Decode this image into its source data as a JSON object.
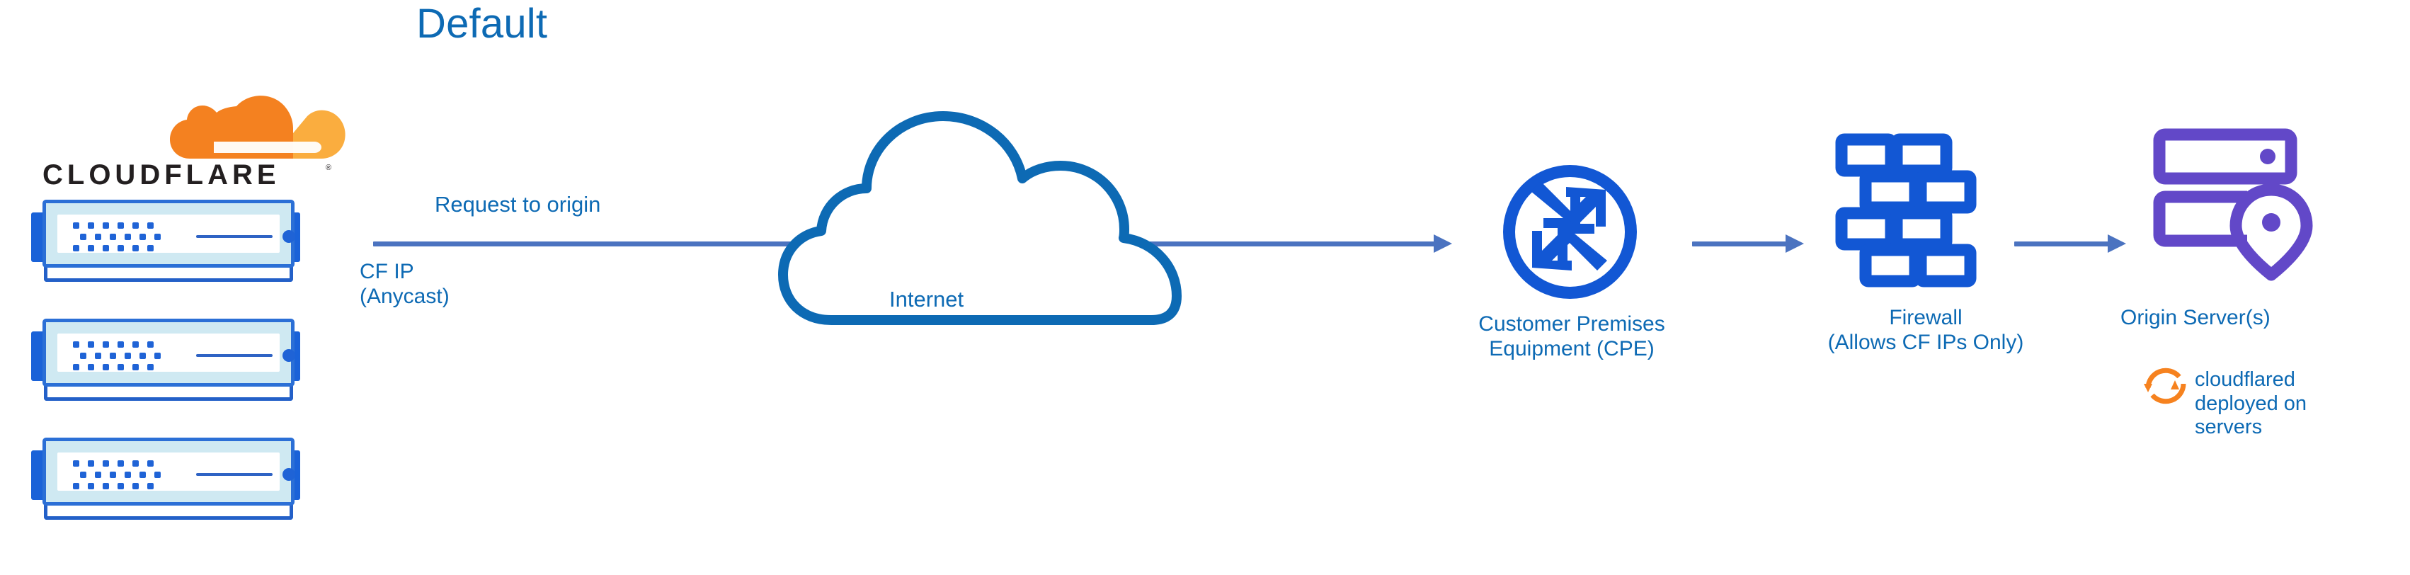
{
  "diagram": {
    "title": "Default",
    "type": "network-architecture-flow"
  },
  "brand": {
    "name": "CLOUDFLARE",
    "registered_mark": "®",
    "logo_orange": "#F48120",
    "logo_orange_light": "#FAAD3F",
    "wordmark_color": "#231F20"
  },
  "colors": {
    "label_blue": "#0d6ab4",
    "icon_blue": "#1257d4",
    "connector_blue": "#4b73c0",
    "origin_purple": "#6248c8",
    "cloudflared_orange": "#F6821F",
    "server_chassis_fill": "#cfe9f2",
    "server_chassis_border": "#2b6fd6",
    "background": "#ffffff"
  },
  "nodes": {
    "cloudflare_edge": {
      "label": "CLOUDFLARE",
      "server_count": 3,
      "annotation": "CF IP\n(Anycast)"
    },
    "internet": {
      "label": "Internet",
      "icon": "cloud-outline-icon"
    },
    "cpe": {
      "label": "Customer Premises\nEquipment (CPE)",
      "icon": "router-circle-icon"
    },
    "firewall": {
      "label": "Firewall\n(Allows CF IPs Only)",
      "icon": "brick-wall-icon"
    },
    "origin": {
      "label": "Origin Server(s)",
      "icon": "server-rack-pin-icon",
      "note": "cloudflared\ndeployed on\nservers",
      "note_icon": "sync-arrows-icon"
    }
  },
  "connectors": {
    "request_label": "Request to origin",
    "edge_to_cpe": "arrow-right",
    "cpe_to_firewall": "arrow-right",
    "firewall_to_origin": "arrow-right"
  }
}
